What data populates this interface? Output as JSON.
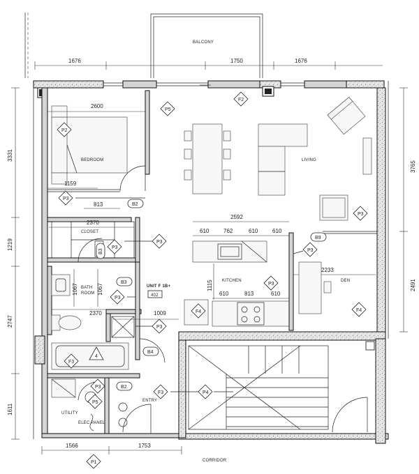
{
  "rooms": {
    "balcony": "BALCONY",
    "bedroom": "BEDROOM",
    "living": "LIVING",
    "closet": "CLOSET",
    "bath_line1": "BATH",
    "bath_line2": "ROOM",
    "kitchen": "KITCHEN",
    "den": "DEN",
    "entry": "ENTRY",
    "utility": "UTILITY",
    "elec_panel": "ELEC PANEL",
    "corridor": "CORRIDOR"
  },
  "unit": {
    "label": "UNIT F 1B+",
    "number": "402"
  },
  "dimensions": {
    "top_left": "1676",
    "top_mid": "1750",
    "top_right": "1676",
    "bedroom_width": "2600",
    "left_3331": "3331",
    "left_1219": "1219",
    "left_2747": "2747",
    "left_1611": "1611",
    "right_3765": "3765",
    "right_2491": "2491",
    "bed_1159": "1159",
    "bed_813": "813",
    "closet_2370": "2370",
    "kitchen_2592": "2592",
    "k_610_a": "610",
    "k_762": "762",
    "k_610_b": "610",
    "k_610_c": "610",
    "k_1115": "1115",
    "k_610_d": "610",
    "k_813": "813",
    "k_610_e": "610",
    "den_2233": "2233",
    "bath_1067_a": "1067",
    "bath_1067_b": "1067",
    "bath_2370": "2370",
    "dim_1009": "1009",
    "bottom_1566": "1566",
    "bottom_1753": "1753"
  },
  "tags": {
    "p5_top": "P5",
    "f2": "F2",
    "p2": "P2",
    "p3_bed": "P3",
    "b2_bed": "B2",
    "p3_living": "P3",
    "p3_closet": "P3",
    "b3_closet": "B3",
    "p3_closet_r": "P3",
    "b9": "B9",
    "p3_kitchen": "P3",
    "p3_kitchen2": "P3",
    "b3_bath": "B3",
    "p3_bath": "P3",
    "f4_kitchen": "F4",
    "f4_den": "F4",
    "p3_shower": "P3",
    "f3_bath": "F3",
    "four": "4",
    "b4": "B4",
    "f3_entry": "F3",
    "p4": "P4",
    "p3_util": "P3",
    "b2_util": "B2",
    "p5_util": "P5",
    "p1": "P1"
  }
}
